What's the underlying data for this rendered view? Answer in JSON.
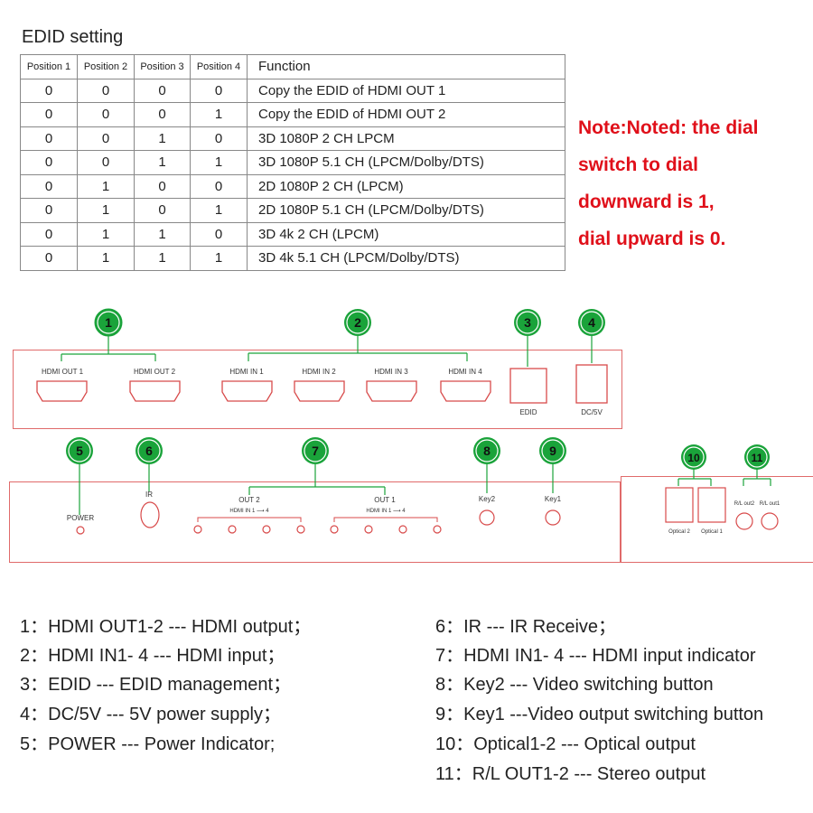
{
  "title": "EDID setting",
  "table": {
    "headers": [
      "Position 1",
      "Position 2",
      "Position 3",
      "Position 4",
      "Function"
    ],
    "rows": [
      [
        "0",
        "0",
        "0",
        "0",
        "Copy the EDID of HDMI OUT 1"
      ],
      [
        "0",
        "0",
        "0",
        "1",
        "Copy the EDID of HDMI OUT 2"
      ],
      [
        "0",
        "0",
        "1",
        "0",
        "3D 1080P 2 CH LPCM"
      ],
      [
        "0",
        "0",
        "1",
        "1",
        "3D 1080P 5.1 CH (LPCM/Dolby/DTS)"
      ],
      [
        "0",
        "1",
        "0",
        "0",
        "2D 1080P 2 CH (LPCM)"
      ],
      [
        "0",
        "1",
        "0",
        "1",
        "2D 1080P 5.1 CH (LPCM/Dolby/DTS)"
      ],
      [
        "0",
        "1",
        "1",
        "0",
        "3D 4k 2 CH (LPCM)"
      ],
      [
        "0",
        "1",
        "1",
        "1",
        "3D 4k 5.1 CH (LPCM/Dolby/DTS)"
      ]
    ]
  },
  "note": {
    "lines": [
      "Note:Noted: the dial",
      "switch to dial",
      "downward is 1,",
      "dial upward is 0."
    ],
    "color": "#e0101a"
  },
  "colors": {
    "panel_border": "#e06a6a",
    "badge_fill": "#1aa33a",
    "badge_text": "#111111",
    "connector_line": "#1aa33a"
  },
  "back_panel": {
    "labels": [
      "HDMI OUT 1",
      "HDMI OUT 2",
      "HDMI IN 1",
      "HDMI IN 2",
      "HDMI IN 3",
      "HDMI IN 4",
      "EDID",
      "DC/5V"
    ]
  },
  "front_panel": {
    "power": "POWER",
    "ir": "IR",
    "out2": "OUT 2",
    "out1": "OUT 1",
    "hdmi_in_range": "HDMI IN 1 ⟶ 4",
    "key2": "Key2",
    "key1": "Key1"
  },
  "audio_panel": {
    "labels": [
      "Optical 2",
      "Optical 1",
      "R/L out2",
      "R/L out1"
    ]
  },
  "badges": [
    "1",
    "2",
    "3",
    "4",
    "5",
    "6",
    "7",
    "8",
    "9",
    "10",
    "11"
  ],
  "legend": {
    "left": [
      "1：HDMI OUT1-2 --- HDMI output；",
      "2：HDMI IN1- 4 --- HDMI input；",
      "3：EDID --- EDID management；",
      "4：DC/5V --- 5V power supply；",
      "5：POWER --- Power Indicator;"
    ],
    "right": [
      "6：IR --- IR Receive；",
      "7：HDMI IN1- 4 --- HDMI input indicator",
      "8：Key2 --- Video switching button",
      "9：Key1 ---Video output switching button",
      "10：Optical1-2 --- Optical output",
      "11：R/L OUT1-2 --- Stereo output"
    ]
  }
}
